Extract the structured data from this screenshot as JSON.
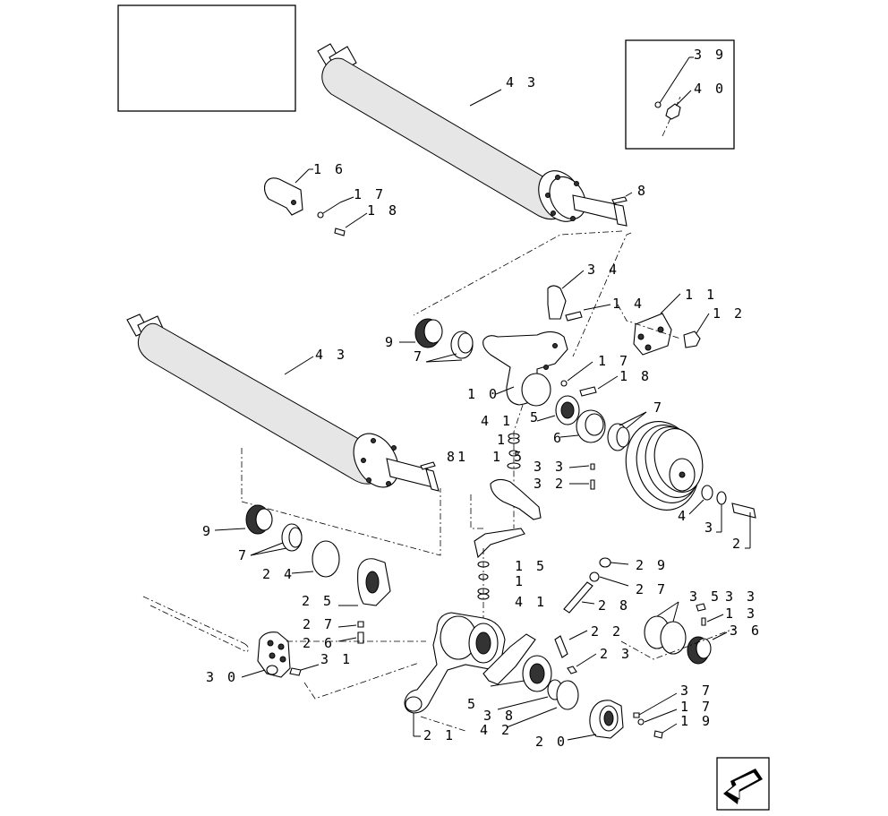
{
  "title_box_text": "",
  "labels": [
    {
      "id": "l43a",
      "text": "4 3"
    },
    {
      "id": "l39",
      "text": "3 9"
    },
    {
      "id": "l40",
      "text": "4 0"
    },
    {
      "id": "l16",
      "text": "1 6"
    },
    {
      "id": "l17a",
      "text": "1 7"
    },
    {
      "id": "l18a",
      "text": "1 8"
    },
    {
      "id": "l8a",
      "text": "8"
    },
    {
      "id": "l34",
      "text": "3 4"
    },
    {
      "id": "l14",
      "text": "1 4"
    },
    {
      "id": "l11",
      "text": "1 1"
    },
    {
      "id": "l12",
      "text": "1 2"
    },
    {
      "id": "l9a",
      "text": "9"
    },
    {
      "id": "l7a",
      "text": "7"
    },
    {
      "id": "l43b",
      "text": "4 3"
    },
    {
      "id": "l17b",
      "text": "1 7"
    },
    {
      "id": "l18b",
      "text": "1 8"
    },
    {
      "id": "l10",
      "text": "1 0"
    },
    {
      "id": "l5a",
      "text": "5"
    },
    {
      "id": "l7b",
      "text": "7"
    },
    {
      "id": "l41a",
      "text": "4 1"
    },
    {
      "id": "l6",
      "text": "6"
    },
    {
      "id": "l1a",
      "text": "1"
    },
    {
      "id": "l15a",
      "text": "1 5"
    },
    {
      "id": "l81",
      "text": "81"
    },
    {
      "id": "l33a",
      "text": "3 3"
    },
    {
      "id": "l32",
      "text": "3 2"
    },
    {
      "id": "l4",
      "text": "4"
    },
    {
      "id": "l3",
      "text": "3"
    },
    {
      "id": "l2",
      "text": "2"
    },
    {
      "id": "l9b",
      "text": "9"
    },
    {
      "id": "l7c",
      "text": "7"
    },
    {
      "id": "l24",
      "text": "2 4"
    },
    {
      "id": "l15b",
      "text": "1 5"
    },
    {
      "id": "l1b",
      "text": "1"
    },
    {
      "id": "l41b",
      "text": "4 1"
    },
    {
      "id": "l29",
      "text": "2 9"
    },
    {
      "id": "l27a",
      "text": "2 7"
    },
    {
      "id": "l25",
      "text": "2 5"
    },
    {
      "id": "l28",
      "text": "2 8"
    },
    {
      "id": "l35",
      "text": "3 5"
    },
    {
      "id": "l33b",
      "text": "3 3"
    },
    {
      "id": "l13",
      "text": "1 3"
    },
    {
      "id": "l27b",
      "text": "2 7"
    },
    {
      "id": "l26",
      "text": "2 6"
    },
    {
      "id": "l22",
      "text": "2 2"
    },
    {
      "id": "l36",
      "text": "3 6"
    },
    {
      "id": "l23",
      "text": "2 3"
    },
    {
      "id": "l30",
      "text": "3 0"
    },
    {
      "id": "l31",
      "text": "3 1"
    },
    {
      "id": "l37",
      "text": "3 7"
    },
    {
      "id": "l17c",
      "text": "1 7"
    },
    {
      "id": "l19",
      "text": "1 9"
    },
    {
      "id": "l5b",
      "text": "5"
    },
    {
      "id": "l38",
      "text": "3 8"
    },
    {
      "id": "l42",
      "text": "4 2"
    },
    {
      "id": "l20",
      "text": "2 0"
    },
    {
      "id": "l21",
      "text": "2 1"
    }
  ],
  "icons": {
    "nav_arrow": "arrow-left-down-icon"
  }
}
